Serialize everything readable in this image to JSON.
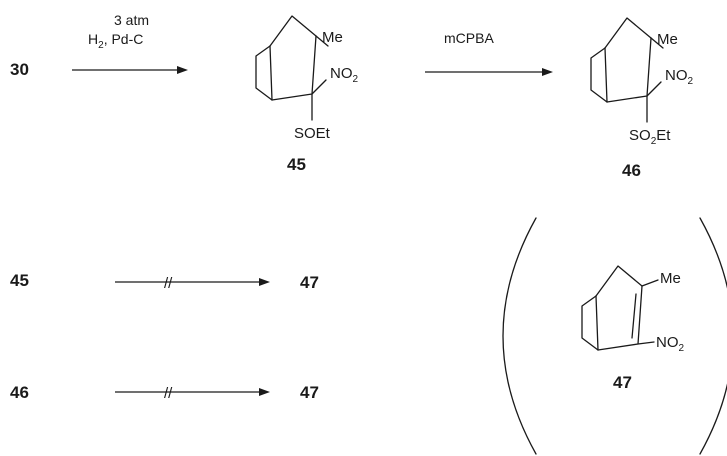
{
  "compounds": {
    "c30": "30",
    "c45": "45",
    "c46": "46",
    "c47": "47"
  },
  "reagents": {
    "step1_line1": "3 atm",
    "step1_line2_main": "H",
    "step1_line2_sub": "2",
    "step1_line2_rest": ", Pd-C",
    "step2": "mCPBA"
  },
  "substituents": {
    "me": "Me",
    "no2_main": "NO",
    "no2_sub": "2",
    "soet": "SOEt",
    "so2et_a": "SO",
    "so2et_sub": "2",
    "so2et_b": "Et"
  },
  "failed_marks": {
    "symbol": "//"
  }
}
